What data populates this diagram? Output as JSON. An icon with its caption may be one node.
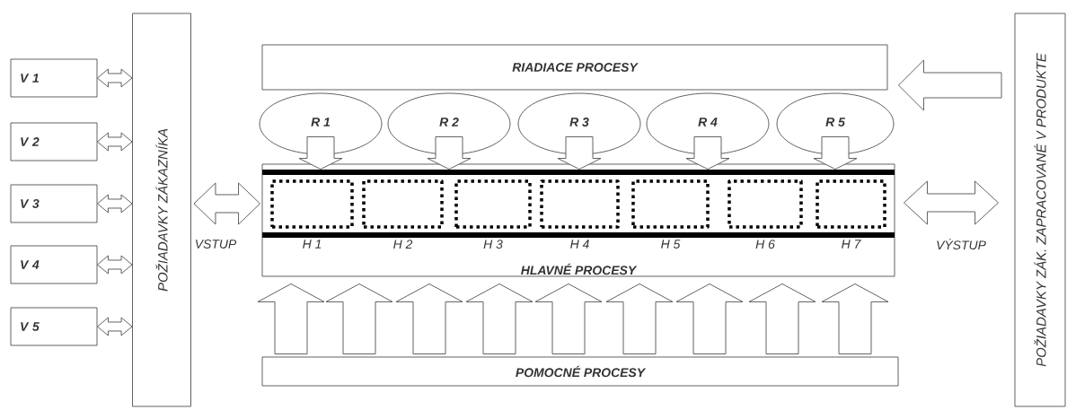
{
  "diagram": {
    "nodes": [
      {
        "text": [
          "V 1"
        ]
      },
      {
        "text": [
          "V 2"
        ]
      },
      {
        "text": [
          "V 3"
        ]
      },
      {
        "text": [
          "V 4"
        ]
      },
      {
        "text": [
          "V 5"
        ]
      },
      {
        "text": [
          "POŽIADAVKY ZÁKAZNÍKA"
        ]
      },
      {
        "text": [
          "RIADIACE PROCESY"
        ]
      },
      {
        "text": [
          "R 1"
        ]
      },
      {
        "text": [
          "R 2"
        ]
      },
      {
        "text": [
          "R 3"
        ]
      },
      {
        "text": [
          "R 4"
        ]
      },
      {
        "text": [
          "R 5"
        ]
      },
      {
        "text": [
          "HLAVNÉ PROCESY"
        ]
      },
      {
        "text": [
          "H 1"
        ],
        "in": 12
      },
      {
        "text": [
          "H 2"
        ],
        "in": 12
      },
      {
        "text": [
          "H 3"
        ],
        "in": 12
      },
      {
        "text": [
          "H 4"
        ],
        "in": 12
      },
      {
        "text": [
          "H 5"
        ],
        "in": 12
      },
      {
        "text": [
          "H 6"
        ],
        "in": 12
      },
      {
        "text": [
          "H 7"
        ],
        "in": 12
      },
      {
        "text": [
          "POMOCNÉ PROCESY"
        ]
      },
      {
        "text": [
          "POŽIADAVKY ZÁK. ZAPRACOVANÉ V PRODUKTE"
        ]
      }
    ],
    "edges": [
      {
        "from": 0,
        "to": 5,
        "arrow": "both"
      },
      {
        "from": 1,
        "to": 5,
        "arrow": "both"
      },
      {
        "from": 2,
        "to": 5,
        "arrow": "both"
      },
      {
        "from": 3,
        "to": 5,
        "arrow": "both"
      },
      {
        "from": 4,
        "to": 5,
        "arrow": "both"
      },
      {
        "from": 5,
        "to": 12,
        "arrow": "both",
        "label": "VSTUP"
      },
      {
        "from": 12,
        "to": 21,
        "arrow": "both",
        "label": "VÝSTUP"
      },
      {
        "from": null,
        "to": 6,
        "arrow": "to"
      },
      {
        "from": 7,
        "to": 12,
        "arrow": "to"
      },
      {
        "from": 8,
        "to": 12,
        "arrow": "to"
      },
      {
        "from": 9,
        "to": 12,
        "arrow": "to"
      },
      {
        "from": 10,
        "to": 12,
        "arrow": "to"
      },
      {
        "from": 11,
        "to": 12,
        "arrow": "to"
      },
      {
        "from": 20,
        "to": 12,
        "arrow": "to"
      },
      {
        "from": 20,
        "to": 12,
        "arrow": "to"
      },
      {
        "from": 20,
        "to": 12,
        "arrow": "to"
      },
      {
        "from": 20,
        "to": 12,
        "arrow": "to"
      },
      {
        "from": 20,
        "to": 12,
        "arrow": "to"
      },
      {
        "from": 20,
        "to": 12,
        "arrow": "to"
      },
      {
        "from": 20,
        "to": 12,
        "arrow": "to"
      },
      {
        "from": 20,
        "to": 12,
        "arrow": "to"
      },
      {
        "from": 20,
        "to": 12,
        "arrow": "to"
      }
    ]
  }
}
